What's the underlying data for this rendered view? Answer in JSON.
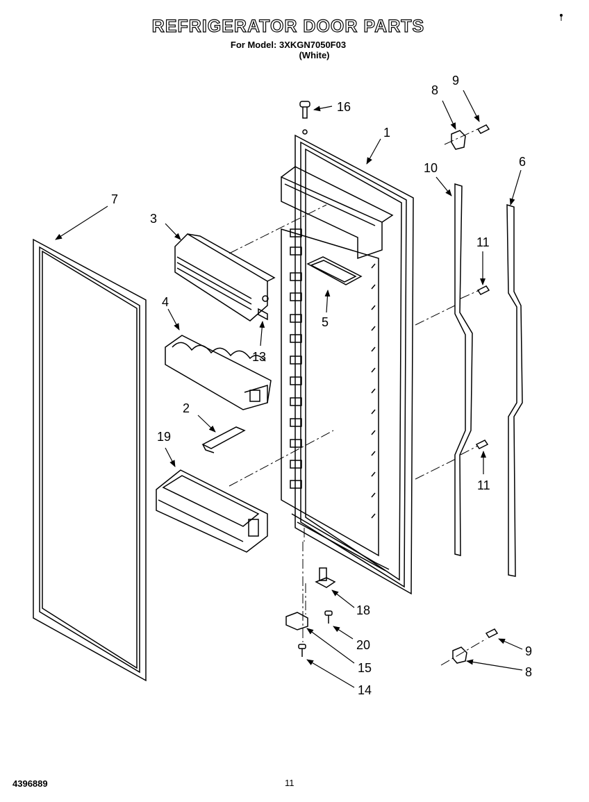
{
  "header": {
    "title": "REFRIGERATOR DOOR PARTS",
    "model_line": "For Model: 3XKGN7050F03",
    "color_line": "(White)"
  },
  "footer": {
    "doc_number": "4396889",
    "page_number": "11"
  },
  "callouts": [
    {
      "id": "c16",
      "label": "16"
    },
    {
      "id": "c1",
      "label": "1"
    },
    {
      "id": "c8a",
      "label": "8"
    },
    {
      "id": "c9a",
      "label": "9"
    },
    {
      "id": "c10",
      "label": "10"
    },
    {
      "id": "c6",
      "label": "6"
    },
    {
      "id": "c7",
      "label": "7"
    },
    {
      "id": "c3",
      "label": "3"
    },
    {
      "id": "c11a",
      "label": "11"
    },
    {
      "id": "c4",
      "label": "4"
    },
    {
      "id": "c5",
      "label": "5"
    },
    {
      "id": "c13",
      "label": "13"
    },
    {
      "id": "c2",
      "label": "2"
    },
    {
      "id": "c19",
      "label": "19"
    },
    {
      "id": "c11b",
      "label": "11"
    },
    {
      "id": "c18",
      "label": "18"
    },
    {
      "id": "c20",
      "label": "20"
    },
    {
      "id": "c9b",
      "label": "9"
    },
    {
      "id": "c15",
      "label": "15"
    },
    {
      "id": "c8b",
      "label": "8"
    },
    {
      "id": "c14",
      "label": "14"
    }
  ]
}
